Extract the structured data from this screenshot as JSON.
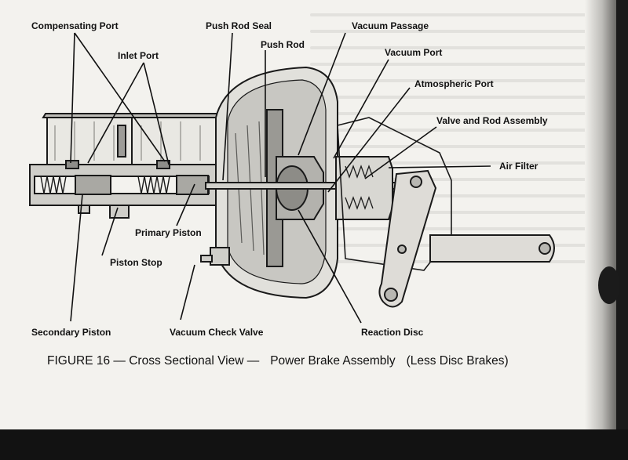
{
  "labels": {
    "compensating_port": "Compensating Port",
    "inlet_port": "Inlet Port",
    "push_rod_seal": "Push Rod Seal",
    "push_rod": "Push Rod",
    "vacuum_passage": "Vacuum Passage",
    "vacuum_port": "Vacuum Port",
    "atmospheric_port": "Atmospheric Port",
    "valve_and_rod_assembly": "Valve and Rod Assembly",
    "air_filter": "Air Filter",
    "primary_piston": "Primary Piston",
    "piston_stop": "Piston Stop",
    "secondary_piston": "Secondary Piston",
    "vacuum_check_valve": "Vacuum Check Valve",
    "reaction_disc": "Reaction Disc"
  },
  "caption": {
    "figure": "FIGURE 16 — Cross Sectional View —",
    "title": "Power Brake Assembly",
    "note": "(Less Disc Brakes)"
  }
}
